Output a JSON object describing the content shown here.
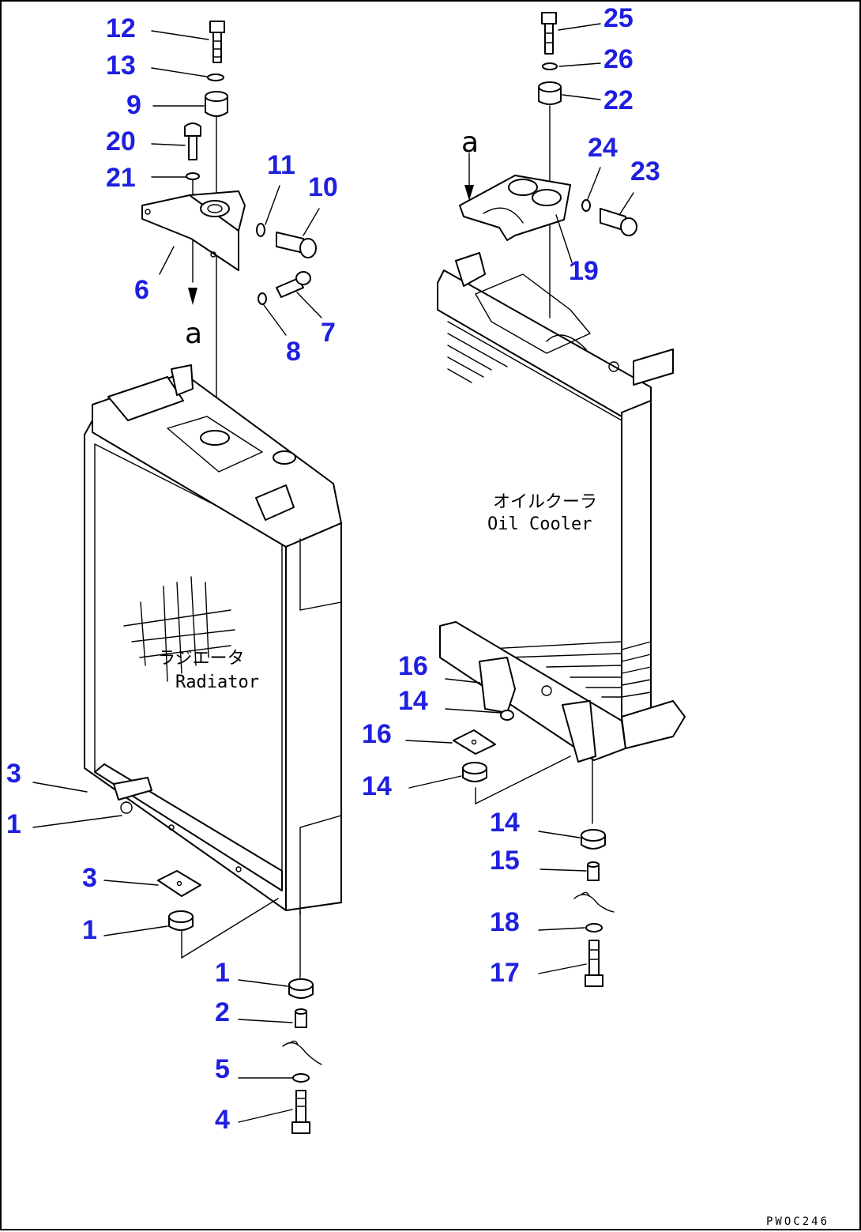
{
  "diagram": {
    "drawing_code": "PWOC246",
    "view_marker": "a",
    "radiator": {
      "label_jp": "ラジエータ",
      "label_en": "Radiator"
    },
    "oil_cooler": {
      "label_jp": "オイルクーラ",
      "label_en": "Oil Cooler"
    },
    "callouts": [
      "12",
      "13",
      "9",
      "20",
      "21",
      "11",
      "10",
      "6",
      "8",
      "7",
      "3",
      "1",
      "3",
      "1",
      "1",
      "2",
      "5",
      "4",
      "25",
      "26",
      "22",
      "24",
      "23",
      "19",
      "16",
      "14",
      "16",
      "14",
      "14",
      "15",
      "18",
      "17"
    ]
  }
}
